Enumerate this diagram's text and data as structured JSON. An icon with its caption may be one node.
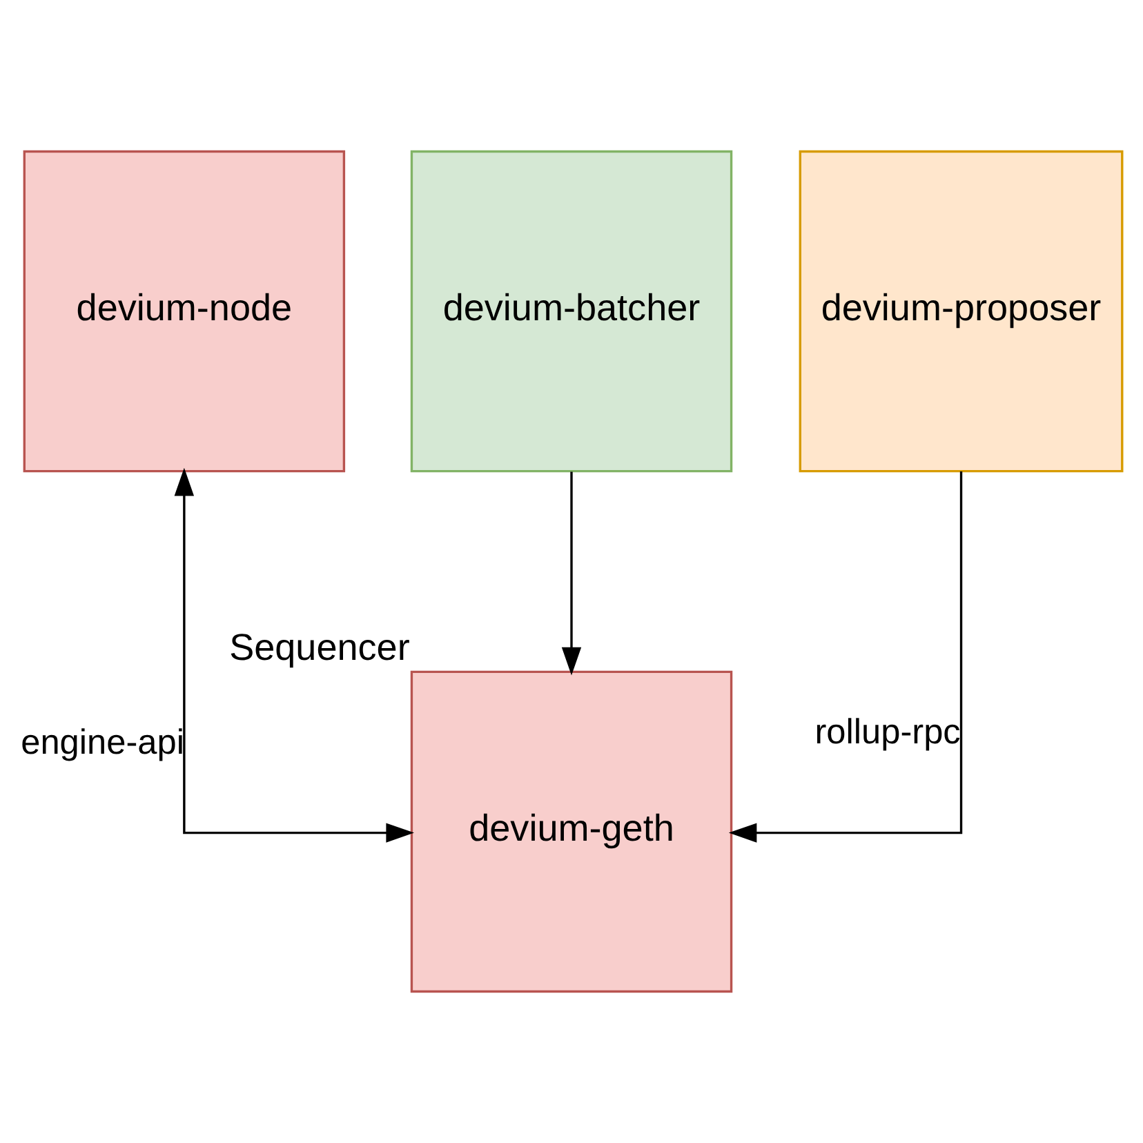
{
  "diagram": {
    "nodes": [
      {
        "text": [
          "devium-node"
        ]
      },
      {
        "text": [
          "devium-batcher"
        ]
      },
      {
        "text": [
          "devium-proposer"
        ]
      },
      {
        "text": [
          "devium-geth"
        ],
        "beside": [
          "Sequencer"
        ]
      }
    ],
    "edges": [
      {
        "from": 0,
        "to": 3,
        "arrow": "both",
        "label": "engine-api"
      },
      {
        "from": 1,
        "to": 3,
        "arrow": "to"
      },
      {
        "from": 2,
        "to": 3,
        "arrow": "to",
        "label": "rollup-rpc"
      }
    ]
  }
}
